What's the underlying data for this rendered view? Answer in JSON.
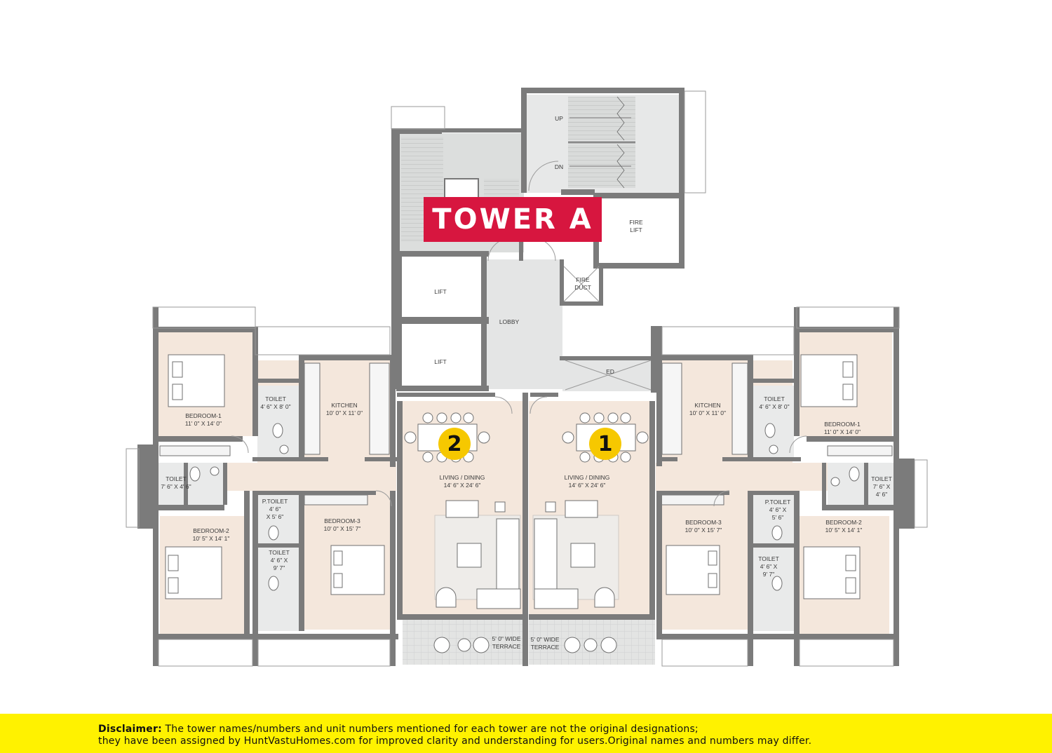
{
  "tower_label": "TOWER A",
  "unit_badges": {
    "left": "2",
    "right": "1"
  },
  "disclaimer": {
    "heading": "Disclaimer:",
    "line1": " The tower names/numbers and unit numbers mentioned for each tower are not the original designations;",
    "line2": "they have been assigned by HuntVastuHomes.com for improved clarity and understanding for users.Original names and numbers may differ."
  },
  "core": {
    "up": "UP",
    "dn": "DN",
    "fire_lift": [
      "FIRE",
      "LIFT"
    ],
    "fire_duct": [
      "FIRE",
      "DUCT"
    ],
    "lift": "LIFT",
    "lobby": "LOBBY",
    "ed": "ED"
  },
  "left_unit": {
    "bedroom1": [
      "BEDROOM-1",
      "11' 0\" X 14' 0\""
    ],
    "toilet_top": [
      "TOILET",
      "4' 6\" X 8' 0\""
    ],
    "kitchen": [
      "KITCHEN",
      "10' 0\" X 11' 0\""
    ],
    "toilet_side": [
      "TOILET",
      "7' 6\" X 4' 6\""
    ],
    "ptoilet": [
      "P.TOILET",
      "4' 6\"",
      "X 5' 6\""
    ],
    "bedroom2": [
      "BEDROOM-2",
      "10' 5\" X 14' 1\""
    ],
    "bedroom3": [
      "BEDROOM-3",
      "10' 0\" X 15' 7\""
    ],
    "toilet_bottom": [
      "TOILET",
      "4' 6\" X",
      "9' 7\""
    ],
    "living": [
      "LIVING / DINING",
      "14' 6\" X 24' 6\""
    ],
    "terrace": [
      "5' 0\" WIDE",
      "TERRACE"
    ]
  },
  "right_unit": {
    "bedroom1": [
      "BEDROOM-1",
      "11' 0\" X 14' 0\""
    ],
    "toilet_top": [
      "TOILET",
      "4' 6\" X 8' 0\""
    ],
    "kitchen": [
      "KITCHEN",
      "10' 0\" X 11' 0\""
    ],
    "toilet_side": [
      "TOILET",
      "7' 6\" X",
      "4' 6\""
    ],
    "ptoilet": [
      "P.TOILET",
      "4' 6\" X",
      "5' 6\""
    ],
    "bedroom2": [
      "BEDROOM-2",
      "10' 5\" X 14' 1\""
    ],
    "bedroom3": [
      "BEDROOM-3",
      "10' 0\" X 15' 7\""
    ],
    "toilet_bottom": [
      "TOILET",
      "4' 6\" X",
      "9' 7\""
    ],
    "living": [
      "LIVING / DINING",
      "14' 6\" X 24' 6\""
    ],
    "terrace": [
      "5' 0\" WIDE",
      "TERRACE"
    ]
  },
  "colors": {
    "wall": "#7b7b7b",
    "room_floor": "#f4e7dc",
    "wet_floor": "#e9eaea",
    "core_floor": "#dcdedd",
    "tower_badge": "#d7163f",
    "unit_badge": "#f6c800",
    "disclaimer_bg": "#fff200"
  }
}
